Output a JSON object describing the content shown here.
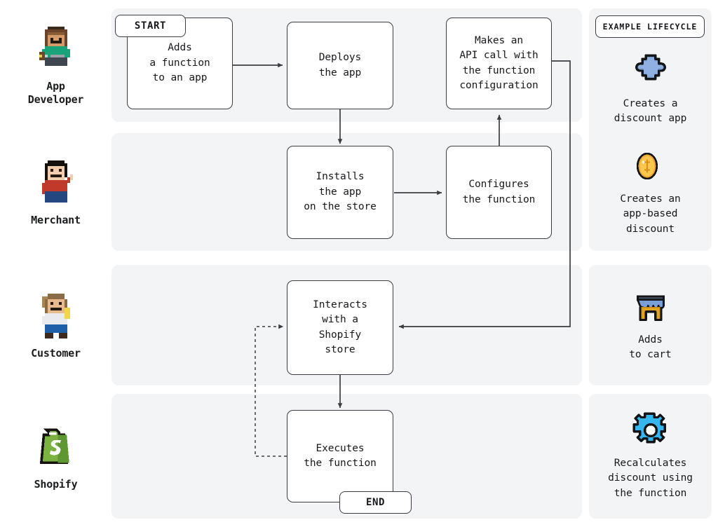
{
  "diagram": {
    "title": "Shopify Functions lifecycle flowchart",
    "colors": {
      "panel_bg": "#f3f4f6",
      "node_bg": "#ffffff",
      "stroke": "#3a3d42",
      "text": "#16181b",
      "page_bg": "#ffffff"
    }
  },
  "actors": [
    {
      "id": "app-developer",
      "label": "App\nDeveloper",
      "sprite": "pixel-developer-avatar"
    },
    {
      "id": "merchant",
      "label": "Merchant",
      "sprite": "pixel-merchant-avatar"
    },
    {
      "id": "customer",
      "label": "Customer",
      "sprite": "pixel-customer-avatar"
    },
    {
      "id": "shopify",
      "label": "Shopify",
      "sprite": "shopify-bag-logo"
    }
  ],
  "terminals": {
    "start": "START",
    "end": "END"
  },
  "nodes": [
    {
      "id": "adds-function",
      "label": "Adds\na function\nto an app",
      "row": "app-developer"
    },
    {
      "id": "deploys-app",
      "label": "Deploys\nthe app",
      "row": "app-developer"
    },
    {
      "id": "makes-api-call",
      "label": "Makes an\nAPI call with\nthe function\nconfiguration",
      "row": "app-developer"
    },
    {
      "id": "installs-app",
      "label": "Installs\nthe app\non the store",
      "row": "merchant"
    },
    {
      "id": "configures-function",
      "label": "Configures\nthe function",
      "row": "merchant"
    },
    {
      "id": "interacts-store",
      "label": "Interacts\nwith a\nShopify\nstore",
      "row": "customer"
    },
    {
      "id": "executes-function",
      "label": "Executes\nthe function",
      "row": "shopify"
    }
  ],
  "edges": [
    {
      "from": "adds-function",
      "to": "deploys-app",
      "style": "solid"
    },
    {
      "from": "deploys-app",
      "to": "installs-app",
      "style": "solid"
    },
    {
      "from": "installs-app",
      "to": "configures-function",
      "style": "solid"
    },
    {
      "from": "configures-function",
      "to": "makes-api-call",
      "style": "solid"
    },
    {
      "from": "makes-api-call",
      "to": "interacts-store",
      "style": "solid"
    },
    {
      "from": "interacts-store",
      "to": "executes-function",
      "style": "solid"
    },
    {
      "from": "executes-function",
      "to": "interacts-store",
      "style": "dashed"
    }
  ],
  "lifecycle": {
    "badge": "EXAMPLE LIFECYCLE",
    "cards": [
      {
        "id": "creates-discount-app",
        "icon": "puzzle-piece-icon",
        "text": "Creates a\ndiscount app"
      },
      {
        "id": "creates-app-discount",
        "icon": "gold-coin-icon",
        "text": "Creates an\napp-based\ndiscount"
      },
      {
        "id": "adds-to-cart",
        "icon": "storefront-icon",
        "text": "Adds\nto cart"
      },
      {
        "id": "recalculates-discount",
        "icon": "gear-icon",
        "text": "Recalculates\ndiscount using\nthe function"
      }
    ]
  }
}
